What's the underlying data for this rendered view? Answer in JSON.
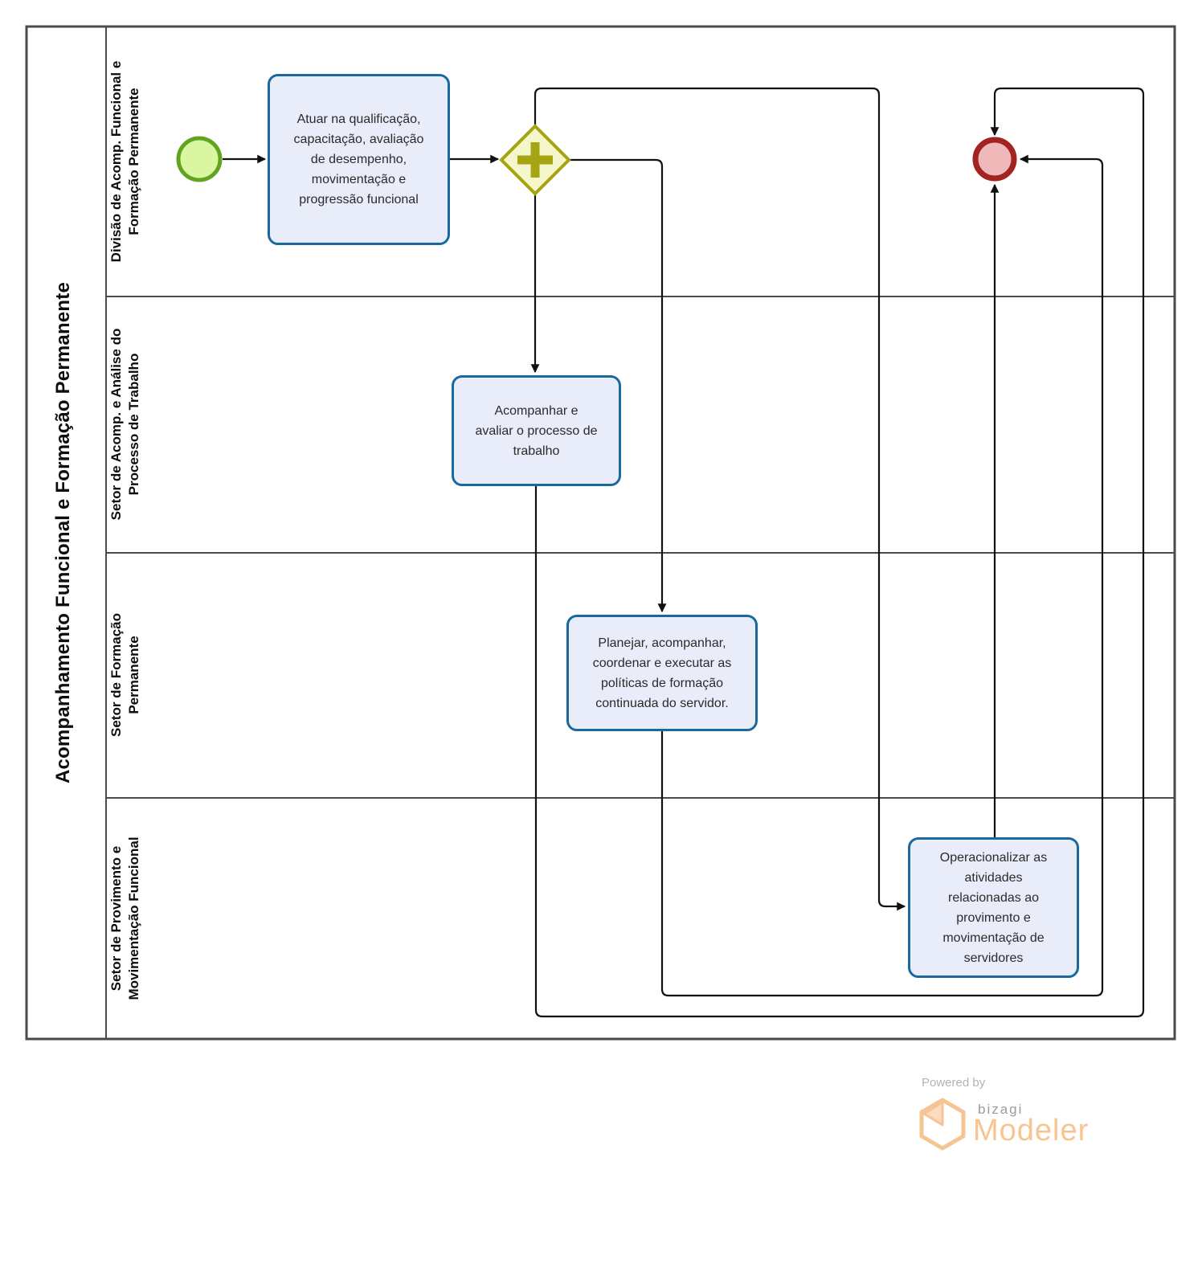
{
  "pool": {
    "title": "Acompanhamento Funcional e Formação Permanente",
    "lanes": [
      {
        "label_lines": [
          "Divisão de Acomp. Funcional e",
          "Formação Permanente"
        ]
      },
      {
        "label_lines": [
          "Setor de Acomp. e Análise do",
          "Processo de Trabalho"
        ]
      },
      {
        "label_lines": [
          "Setor de Formação",
          "Permanente"
        ]
      },
      {
        "label_lines": [
          "Setor de Provimento e",
          "Movimentação Funcional"
        ]
      }
    ]
  },
  "tasks": [
    {
      "text": "Atuar na qualificação, capacitação, avaliação de desempenho, movimentação e progressão funcional"
    },
    {
      "text": "Acompanhar e avaliar o processo de trabalho"
    },
    {
      "text": "Planejar, acompanhar, coordenar e executar as políticas de formação continuada do servidor."
    },
    {
      "text": "Operacionalizar as atividades relacionadas ao provimento e movimentação de servidores"
    }
  ],
  "events": {
    "start": {
      "type": "start-event"
    },
    "end": {
      "type": "end-event"
    }
  },
  "gateway": {
    "type": "parallel-gateway",
    "symbol": "+"
  },
  "footer": {
    "powered_by": "Powered by",
    "brand": "bizagi",
    "product": "Modeler"
  },
  "colors": {
    "task_fill": "#e9ecf9",
    "task_border": "#19699f",
    "start_event_fill": "#d9f7a1",
    "start_event_border": "#62a420",
    "end_event_fill": "#efb9ba",
    "end_event_border": "#a32222",
    "gateway_fill": "#f6f6cb",
    "gateway_border": "#a5a412",
    "flow_color": "#111111",
    "pool_border": "#4a4a4a",
    "logo_orange": "#f8c48f",
    "logo_gray": "#9b9ba1",
    "powered_gray": "#b3b3b6"
  }
}
